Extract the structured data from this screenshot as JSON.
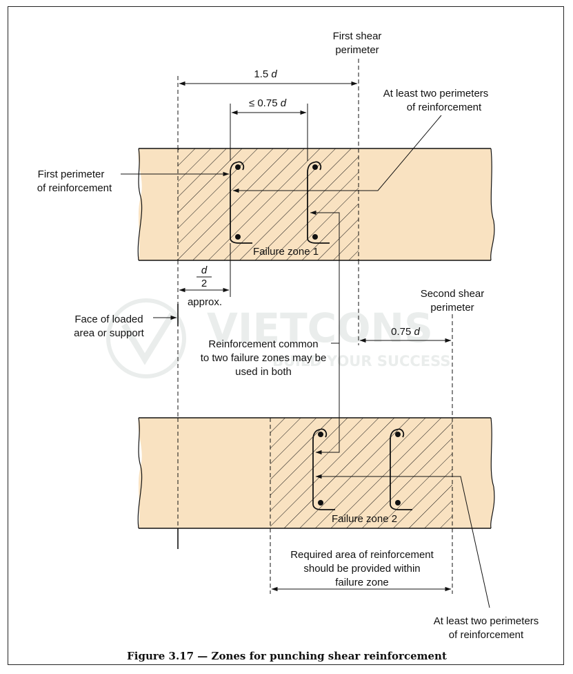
{
  "diagram": {
    "colors": {
      "slab": "#f9e2c1",
      "line": "#111111",
      "watermark": "#e6ebe8"
    },
    "labels": {
      "first_shear": [
        "First shear",
        "perimeter"
      ],
      "dim_1_5d": "1.5 ",
      "dim_1_5d_var": "d",
      "at_least_two_top": [
        "At least two perimeters",
        "of reinforcement"
      ],
      "dim_075d": "≤ 0.75 ",
      "dim_075d_var": "d",
      "first_perimeter": [
        "First perimeter",
        "of reinforcement"
      ],
      "failure_zone_1": "Failure zone 1",
      "d_half_num": "d",
      "d_half_den": "2",
      "approx": "approx.",
      "face_loaded": [
        "Face of loaded",
        "area or support"
      ],
      "second_shear": [
        "Second shear",
        "perimeter"
      ],
      "dim_075d_2": "0.75 ",
      "dim_075d_2_var": "d",
      "common": [
        "Reinforcement common",
        "to two failure zones may be",
        "used in both"
      ],
      "failure_zone_2": "Failure zone 2",
      "required": [
        "Required area of reinforcement",
        "should be provided within",
        "failure zone"
      ],
      "at_least_two_bottom": [
        "At least two perimeters",
        "of reinforcement"
      ]
    },
    "caption": "Figure 3.17 — Zones for punching shear reinforcement",
    "watermark": {
      "brand": "VIETCONS",
      "tagline": "BUILD YOUR SUCCESS"
    }
  }
}
